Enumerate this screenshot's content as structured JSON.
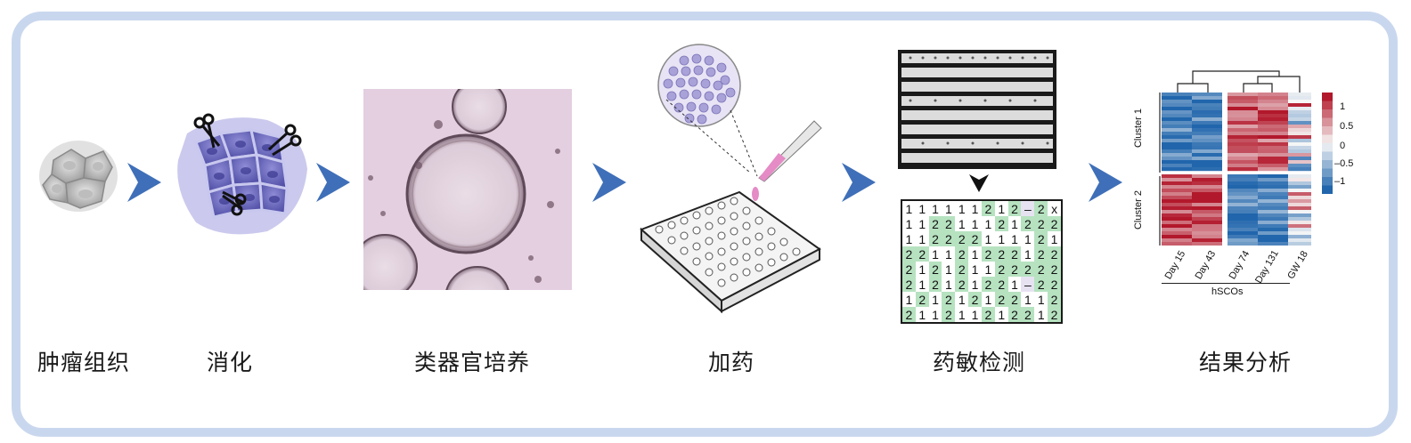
{
  "steps": [
    {
      "label": "肿瘤组织"
    },
    {
      "label": "消化"
    },
    {
      "label": "类器官培养"
    },
    {
      "label": "加药"
    },
    {
      "label": "药敏检测"
    },
    {
      "label": "结果分析"
    }
  ],
  "colors": {
    "frame": "#c9d7ee",
    "arrow": "#3f6fb8",
    "cell_purple": "#6e6cc0",
    "pink": "#e58bc6",
    "green": "#b6e2c0",
    "heat_red": "#b2182b",
    "heat_blue": "#2166ac"
  },
  "matrix": {
    "rows": [
      [
        "1",
        "1",
        "1",
        "1",
        "1",
        "1",
        "2",
        "1",
        "2",
        "–",
        "2",
        "x"
      ],
      [
        "1",
        "1",
        "2",
        "2",
        "1",
        "1",
        "1",
        "2",
        "1",
        "2",
        "2",
        "2"
      ],
      [
        "1",
        "1",
        "2",
        "2",
        "2",
        "2",
        "1",
        "1",
        "1",
        "1",
        "2",
        "1"
      ],
      [
        "2",
        "2",
        "1",
        "1",
        "2",
        "1",
        "2",
        "2",
        "2",
        "1",
        "2",
        "2"
      ],
      [
        "2",
        "1",
        "2",
        "1",
        "2",
        "1",
        "1",
        "2",
        "2",
        "2",
        "2",
        "2"
      ],
      [
        "2",
        "1",
        "2",
        "1",
        "2",
        "1",
        "2",
        "2",
        "1",
        "–",
        "2",
        "2"
      ],
      [
        "1",
        "2",
        "1",
        "2",
        "1",
        "2",
        "1",
        "2",
        "2",
        "1",
        "1",
        "2"
      ],
      [
        "2",
        "1",
        "1",
        "2",
        "1",
        "1",
        "2",
        "1",
        "2",
        "2",
        "1",
        "2"
      ]
    ]
  },
  "heatmap": {
    "cluster_labels": [
      "Cluster 1",
      "Cluster 2"
    ],
    "sample_labels": [
      "Day 15",
      "Day 43",
      "Day 74",
      "Day 131",
      "GW 18"
    ],
    "group_label": "hSCOs",
    "colorbar_ticks": [
      "1",
      "0.5",
      "0",
      "–0.5",
      "–1"
    ]
  }
}
